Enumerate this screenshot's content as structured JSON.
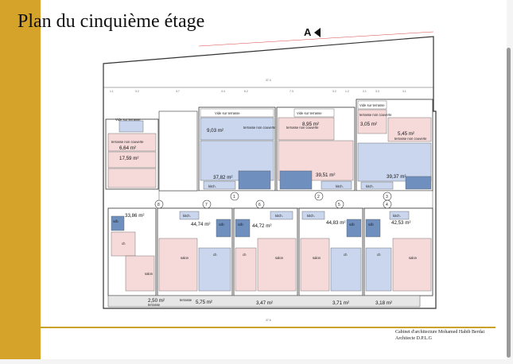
{
  "title": "Plan du cinquième étage",
  "north": {
    "label": "A"
  },
  "credit": {
    "line1": "Cabinet d'architecture Mohamed Habib Berdai",
    "line2": "Architecte D.P.L.G"
  },
  "colors": {
    "gold": "#d6a32a",
    "rule": "#c9a227",
    "room_pink": "#f6dada",
    "room_blue": "#c9d6ee",
    "room_blue_dark": "#6f8fbf",
    "wall": "#333333"
  },
  "labels": {
    "vide_sur_terrasse": "Vide sur terrasse",
    "terrasse_non_couverte": "terrasse non couverte",
    "terrasse": "terrasse",
    "kitch": "kitch.",
    "sdb": "sdb",
    "ch": "ch",
    "salon": "salon"
  },
  "areas": {
    "a1": "6,64 m²",
    "a2": "17,59 m²",
    "a3": "9,03 m²",
    "a4": "8,95 m²",
    "a5": "3,05 m²",
    "a6": "5,45 m²",
    "a7": "37,82 m²",
    "a8": "39,51 m²",
    "a9": "39,37 m²",
    "a10": "33,86 m²",
    "a11": "44,74 m²",
    "a12": "44,72 m²",
    "a13": "44,83 m²",
    "a14": "42,53 m²",
    "a15": "2,50 m²",
    "a16": "5,75 m²",
    "a17": "3,47 m²",
    "a18": "3,71 m²",
    "a19": "3,18 m²"
  },
  "axes": {
    "n1": "1",
    "n2": "2",
    "n3": "3",
    "n4": "4",
    "n5": "5",
    "n6": "6",
    "n7": "7",
    "n8": "8"
  },
  "dims": {
    "top": [
      "1.1",
      "3.2",
      "3.7",
      "3.4",
      "6.2",
      "7.3",
      "3.2",
      "1.2",
      "2.1",
      "3.3",
      "3.1"
    ],
    "bottom_total": "37.6",
    "top_total": "37.4"
  }
}
